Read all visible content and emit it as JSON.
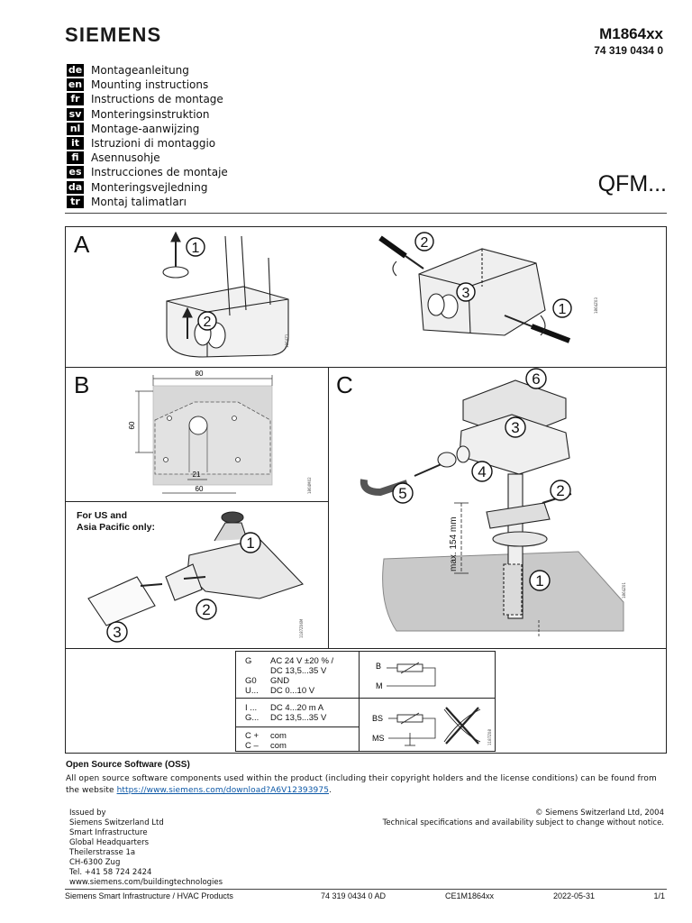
{
  "header": {
    "brand": "SIEMENS",
    "model": "M1864xx",
    "doc_number": "74 319 0434 0",
    "product": "QFM..."
  },
  "languages": [
    {
      "code": "de",
      "label": "Montageanleitung"
    },
    {
      "code": "en",
      "label": "Mounting instructions"
    },
    {
      "code": "fr",
      "label": "Instructions de montage"
    },
    {
      "code": "sv",
      "label": "Monteringsinstruktion"
    },
    {
      "code": "nl",
      "label": "Montage-aanwijzing"
    },
    {
      "code": "it",
      "label": "Istruzioni di montaggio"
    },
    {
      "code": "fi",
      "label": "Asennusohje"
    },
    {
      "code": "es",
      "label": "Instrucciones de montaje"
    },
    {
      "code": "da",
      "label": "Monteringsvejledning"
    },
    {
      "code": "tr",
      "label": "Montaj talimatları"
    }
  ],
  "panels": {
    "a": {
      "letter": "A",
      "steps": [
        "1",
        "2",
        "2",
        "3",
        "1"
      ],
      "fig_codes": [
        "1864Z1",
        "1864Z03"
      ]
    },
    "b": {
      "letter": "B",
      "dim_width": "80",
      "dim_height": "60",
      "dim_hole": "21",
      "dim_base": "60",
      "fig_code": "1864M02"
    },
    "c": {
      "letter": "C",
      "steps": [
        "6",
        "3",
        "4",
        "5",
        "2",
        "1"
      ],
      "dim_label": "max. 154 mm",
      "fig_code": "1864Z01"
    },
    "us": {
      "note_line1": "For US and",
      "note_line2": "Asia Pacific only:",
      "steps": [
        "1",
        "2",
        "3"
      ],
      "fig_code": "1187Z06M"
    }
  },
  "wiring": {
    "rows_top": [
      {
        "sym": "G",
        "desc": "AC 24 V ±20 % /"
      },
      {
        "sym": "",
        "desc": "DC 13,5...35 V"
      },
      {
        "sym": "G0",
        "desc": "GND"
      },
      {
        "sym": "U...",
        "desc": "DC 0...10 V"
      }
    ],
    "rows_mid": [
      {
        "sym": "I ...",
        "desc": "DC 4...20 m A"
      },
      {
        "sym": "G...",
        "desc": "DC 13,5...35 V"
      }
    ],
    "rows_bottom": [
      {
        "sym": "C +",
        "desc": "com"
      },
      {
        "sym": "C –",
        "desc": "com"
      }
    ],
    "terminals": [
      "B",
      "M",
      "BS",
      "MS"
    ],
    "fig_code": "1187Z08"
  },
  "oss": {
    "title": "Open Source Software (OSS)",
    "text": "All open source software components used within the product (including their copyright holders and the license conditions) can be found from the website ",
    "link": "https://www.siemens.com/download?A6V12393975",
    "after": "."
  },
  "issued": [
    "Issued by",
    "Siemens Switzerland Ltd",
    "Smart Infrastructure",
    "Global Headquarters",
    "Theilerstrasse 1a",
    "CH-6300 Zug",
    "Tel. +41 58 724 2424",
    "www.siemens.com/buildingtechnologies"
  ],
  "copyright": {
    "line1": "© Siemens Switzerland Ltd, 2004",
    "line2": "Technical specifications and availability subject to change without notice."
  },
  "footer": {
    "company": "Siemens Smart Infrastructure / HVAC Products",
    "code": "74 319 0434 0 AD",
    "ce": "CE1M1864xx",
    "date": "2022-05-31",
    "page": "1/1"
  }
}
